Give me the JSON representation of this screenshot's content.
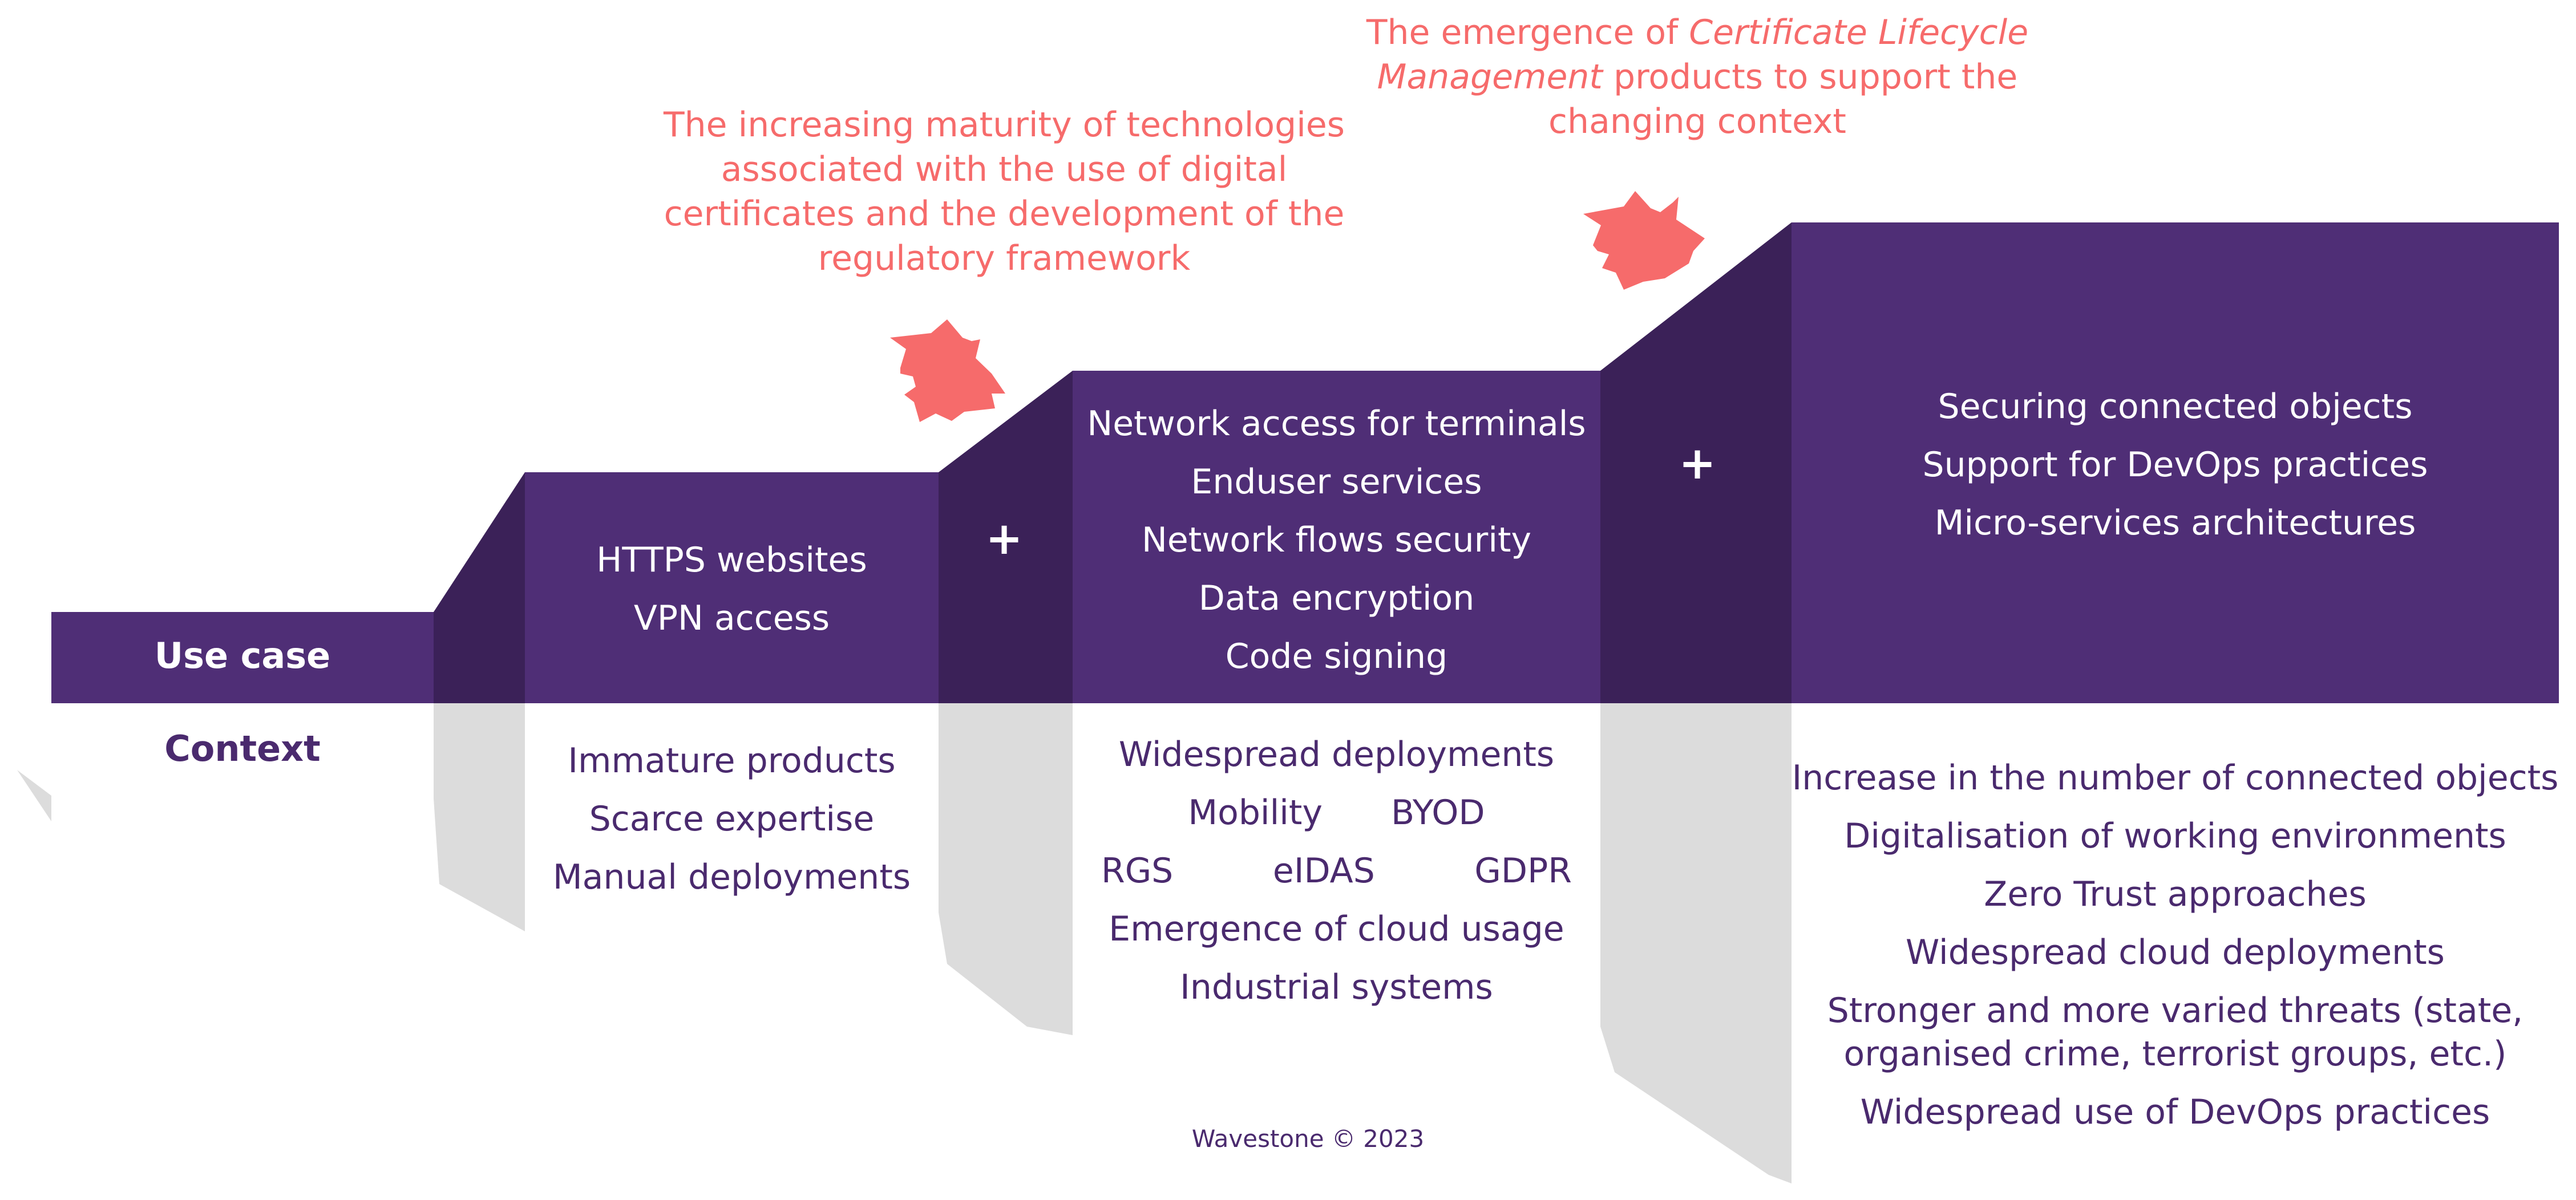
{
  "labels": {
    "use_case": "Use case",
    "context": "Context"
  },
  "colors": {
    "purple": "#4f2e76",
    "purple_dark": "#3b2158",
    "red": "#f66b6b",
    "grey": "#dcdcdc",
    "text": "#4a2a6e"
  },
  "step1": {
    "use_cases": [
      "HTTPS websites",
      "VPN access"
    ],
    "context": [
      "Immature products",
      "Scarce expertise",
      "Manual deployments"
    ]
  },
  "step2": {
    "plus": "+",
    "use_cases": [
      "Network access for terminals",
      "Enduser services",
      "Network flows security",
      "Data encryption",
      "Code signing"
    ],
    "context": {
      "line1": "Widespread deployments",
      "line2": [
        "Mobility",
        "BYOD"
      ],
      "line3": [
        "RGS",
        "eIDAS",
        "GDPR"
      ],
      "line4": "Emergence of cloud usage",
      "line5": "Industrial systems"
    }
  },
  "step3": {
    "plus": "+",
    "use_cases": [
      "Securing connected objects",
      "Support for DevOps practices",
      "Micro-services architectures"
    ],
    "context": [
      "Increase in the number of connected objects",
      "Digitalisation of working environments",
      "Zero Trust approaches",
      "Widespread cloud deployments",
      "Stronger and more varied threats (state,",
      "organised crime, terrorist groups, etc.)",
      "Widespread use of DevOps practices"
    ]
  },
  "annotations": {
    "first": [
      "The increasing maturity of technologies",
      "associated with the use of digital",
      "certificates and the development of the",
      "regulatory framework"
    ],
    "second": {
      "prefix": "The emergence of ",
      "italic1": "Certificate Lifecycle",
      "italic2": "Management",
      "suffix": " products to support the",
      "last": "changing context"
    }
  },
  "footer": "Wavestone © 2023"
}
